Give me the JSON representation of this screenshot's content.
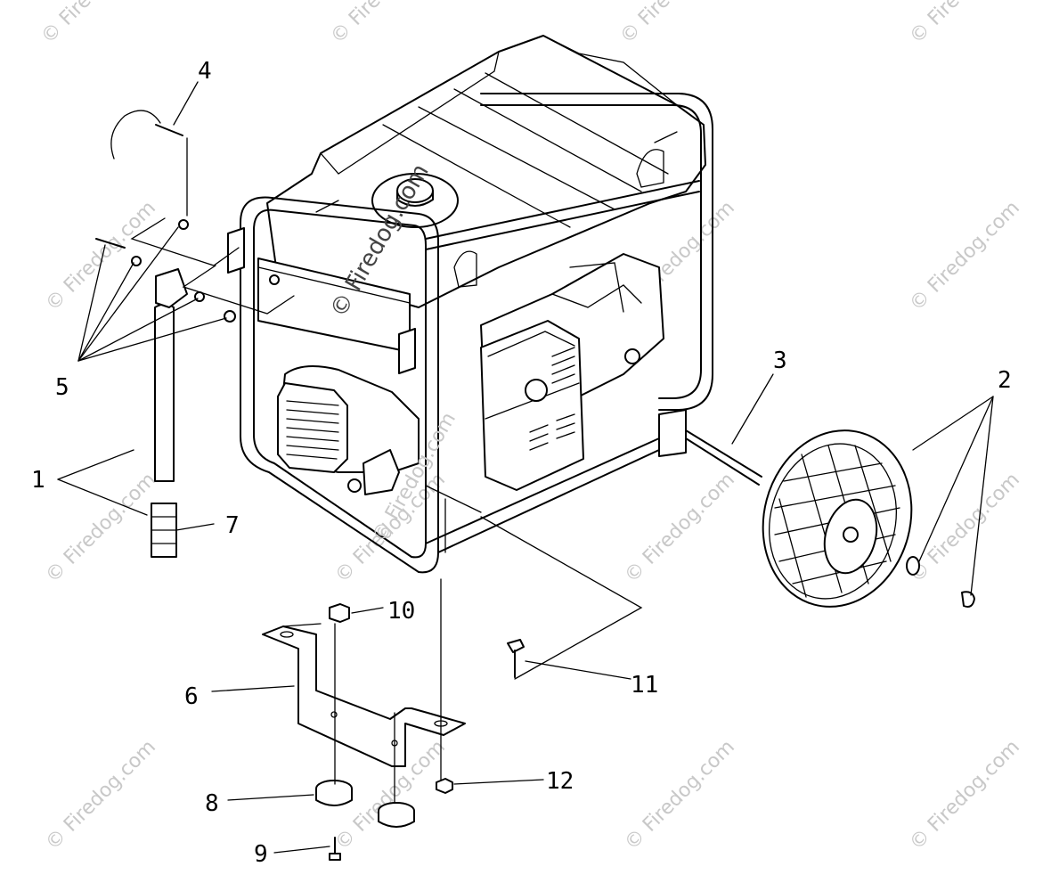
{
  "watermark": {
    "text": "© Firedog.com",
    "center_text": "© Firedog.com"
  },
  "callouts": [
    {
      "id": "1",
      "label": "1"
    },
    {
      "id": "2",
      "label": "2"
    },
    {
      "id": "3",
      "label": "3"
    },
    {
      "id": "4",
      "label": "4"
    },
    {
      "id": "5",
      "label": "5"
    },
    {
      "id": "6",
      "label": "6"
    },
    {
      "id": "7",
      "label": "7"
    },
    {
      "id": "8",
      "label": "8"
    },
    {
      "id": "9",
      "label": "9"
    },
    {
      "id": "10",
      "label": "10"
    },
    {
      "id": "11",
      "label": "11"
    },
    {
      "id": "12",
      "label": "12"
    }
  ]
}
